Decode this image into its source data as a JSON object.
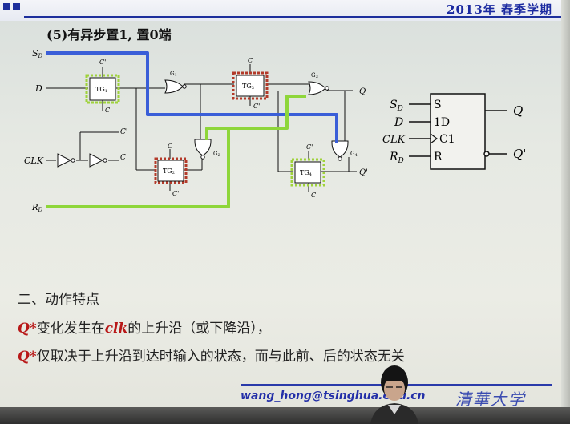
{
  "header": {
    "semester": "2013年 春季学期"
  },
  "slide": {
    "title": "(5)有异步置1, 置0端"
  },
  "circuit": {
    "sd_main": "S",
    "sd_sub": "D",
    "d": "D",
    "clk": "CLK",
    "rd_main": "R",
    "rd_sub": "D",
    "c_prime": "C'",
    "c": "C",
    "g1_main": "G",
    "g1_sub": "1",
    "g2_main": "G",
    "g2_sub": "2",
    "g3_main": "G",
    "g3_sub": "3",
    "g4_main": "G",
    "g4_sub": "4",
    "tg1_main": "TG",
    "tg1_sub": "1",
    "tg2_main": "TG",
    "tg2_sub": "2",
    "tg3_main": "TG",
    "tg3_sub": "3",
    "tg4_main": "TG",
    "tg4_sub": "4",
    "q": "Q",
    "q_prime": "Q'"
  },
  "symbol": {
    "sd_main": "S",
    "sd_sub": "D",
    "d": "D",
    "clk": "CLK",
    "rd_main": "R",
    "rd_sub": "D",
    "pin_s": "S",
    "pin_1d": "1D",
    "pin_c1": "C1",
    "pin_r": "R",
    "q": "Q",
    "q_prime": "Q'"
  },
  "body": {
    "section": "二、动作特点",
    "l1_q": "Q*",
    "l1_a": "变化发生在",
    "l1_clk": "clk",
    "l1_b": "的上升沿（或下降沿），",
    "l2_q": "Q*",
    "l2_text": "仅取决于上升沿到达时输入的状态，而与此前、后的状态无关"
  },
  "footer": {
    "email": "wang_hong@tsinghua.edu.cn",
    "logo": "清華大学"
  },
  "colors": {
    "header_blue": "#1d2f9c",
    "sd_path": "#3a5ed8",
    "rd_path": "#8ed63a",
    "tg_highlight_green": "#9fd23b",
    "tg_highlight_red": "#b33a2a",
    "emphasis_red": "#b81818"
  }
}
